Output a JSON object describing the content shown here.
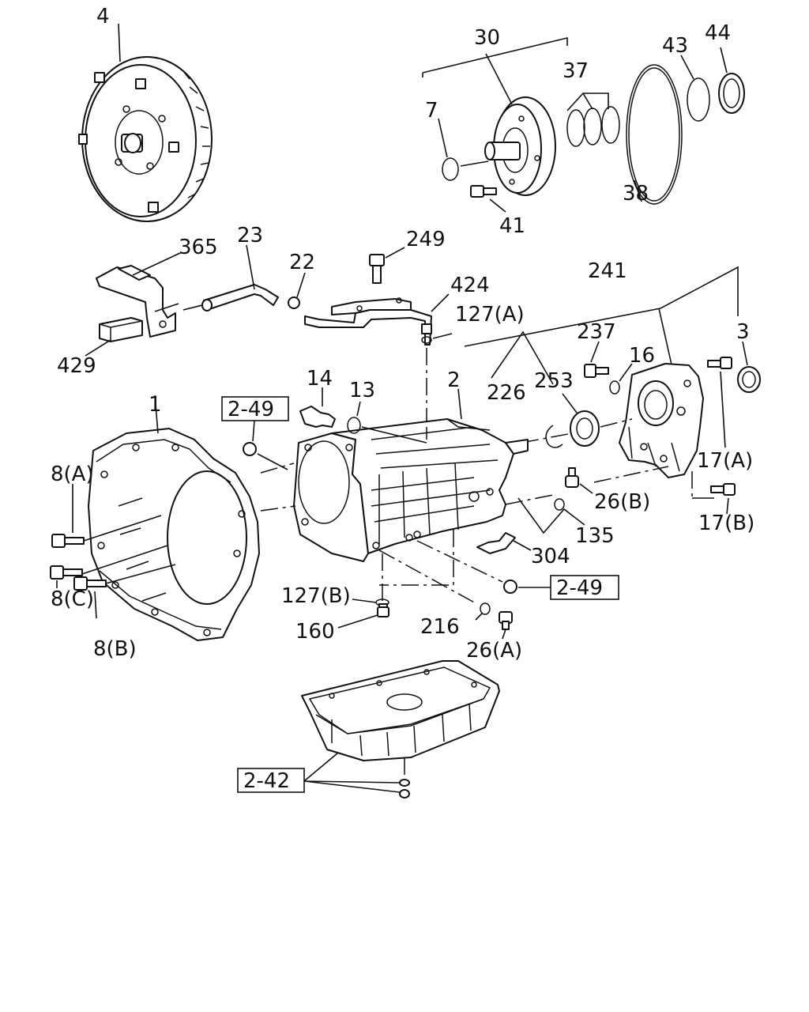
{
  "labels": {
    "p4": "4",
    "p30": "30",
    "p37": "37",
    "p7": "7",
    "p43": "43",
    "p44": "44",
    "p38": "38",
    "p41": "41",
    "p365": "365",
    "p23": "23",
    "p22": "22",
    "p249": "249",
    "p424": "424",
    "p127a": "127(A)",
    "p241": "241",
    "p429": "429",
    "p237": "237",
    "p16": "16",
    "p3": "3",
    "p14": "14",
    "p13": "13",
    "p2": "2",
    "p226": "226",
    "p253": "253",
    "ref249a": "2-49",
    "p1": "1",
    "p8a": "8(A)",
    "p17a": "17(A)",
    "p26b": "26(B)",
    "p17b": "17(B)",
    "p135": "135",
    "p304": "304",
    "ref249b": "2-49",
    "p8c": "8(C)",
    "p8b": "8(B)",
    "p127b": "127(B)",
    "p160": "160",
    "p216": "216",
    "p26a": "26(A)",
    "ref242": "2-42"
  }
}
